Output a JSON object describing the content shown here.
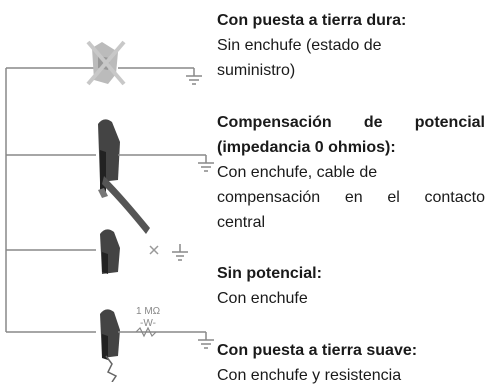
{
  "sections": [
    {
      "title_lines": [
        "Con puesta a tierra dura:"
      ],
      "desc_lines": [
        "Sin enchufe (estado de",
        "suministro)"
      ]
    },
    {
      "title_lines": [
        "Compensación de potencial",
        "(impedancia 0 ohmios):"
      ],
      "desc_lines": [
        "Con enchufe, cable de",
        "compensación en el contacto",
        "central"
      ]
    },
    {
      "title_lines": [
        "Sin potencial:"
      ],
      "desc_lines": [
        "Con enchufe"
      ]
    },
    {
      "title_lines": [
        "Con puesta a tierra suave:"
      ],
      "desc_lines": [
        "Con enchufe y resistencia"
      ]
    }
  ],
  "resistor_labels": {
    "value": "1 MΩ",
    "symbol": "-W-"
  },
  "colors": {
    "line": "#888888",
    "connector": "#555555",
    "cross": "#999999"
  },
  "icons": [
    "unplugged-connector-icon",
    "plug-connector-icon",
    "plug-connector-icon",
    "plug-connector-icon",
    "ground-symbol-icon",
    "cross-mark-icon",
    "resistor-icon"
  ]
}
